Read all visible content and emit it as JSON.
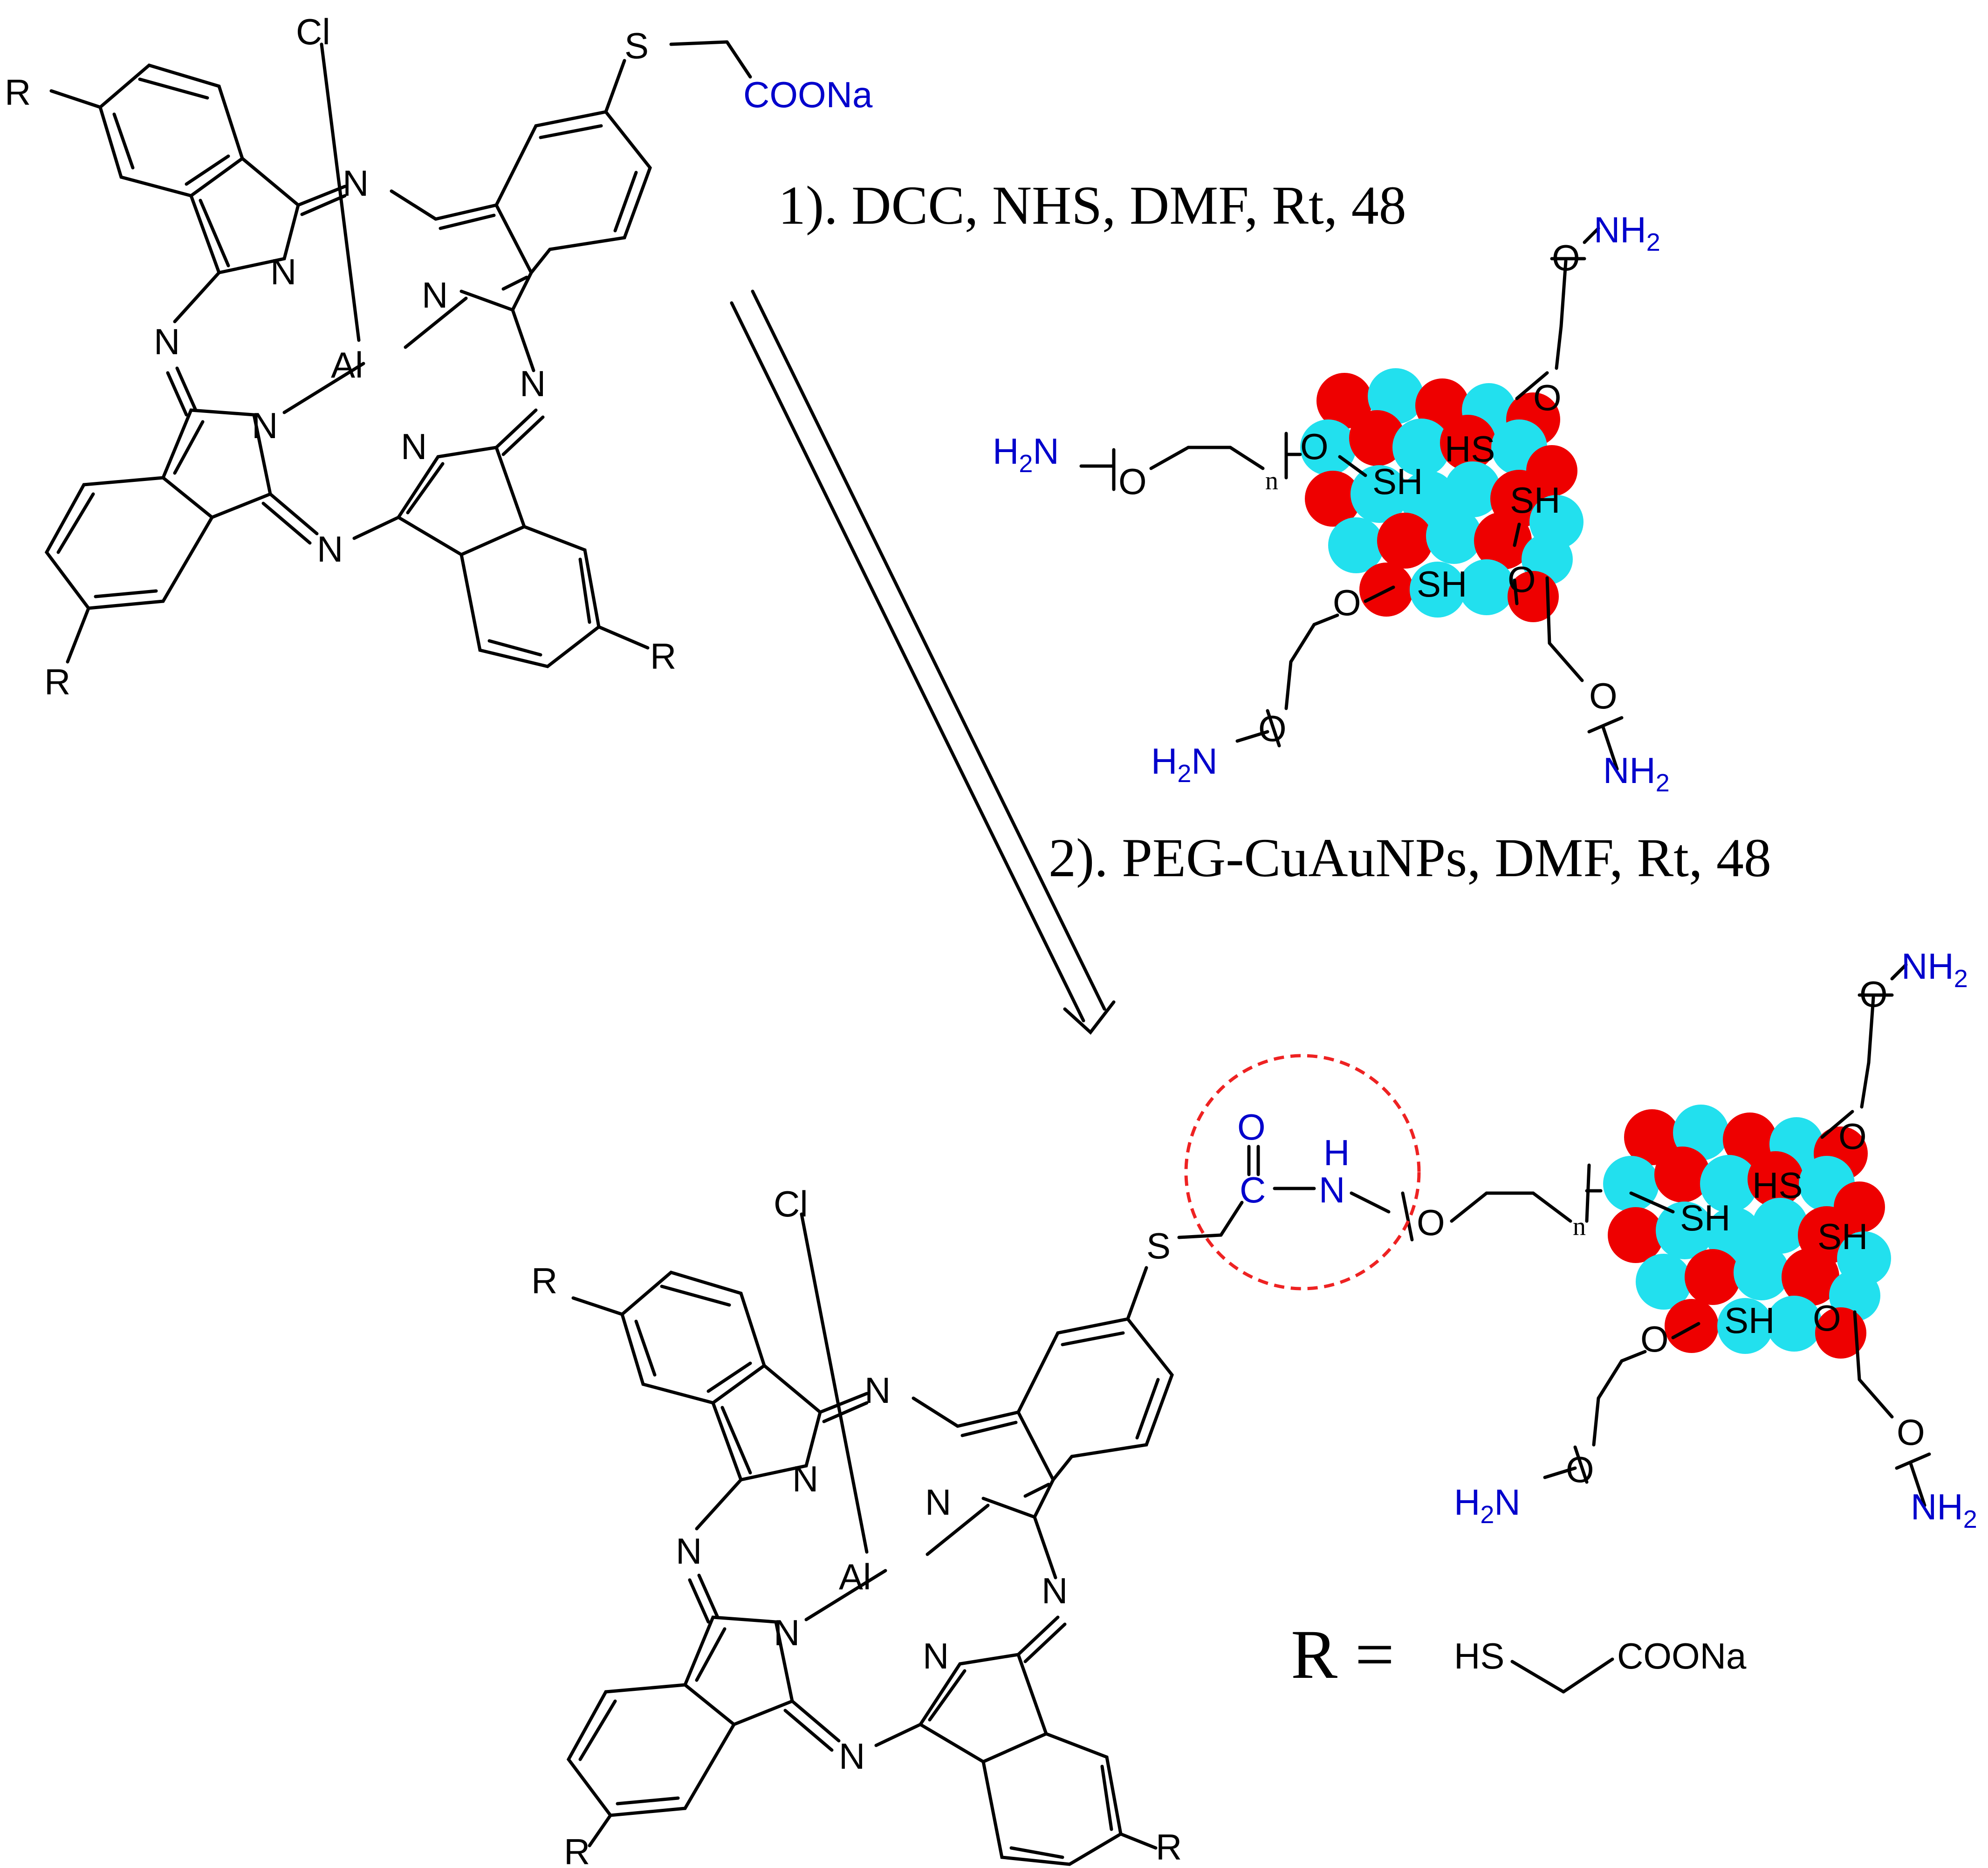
{
  "atoms": {
    "cl": "Cl",
    "al": "Al",
    "n": "N",
    "r": "R",
    "s": "S",
    "o": "O",
    "c": "C",
    "h": "H",
    "sh": "SH",
    "hs": "HS",
    "coona": "COONa",
    "h2n": "H",
    "n_label": "n",
    "two": "2"
  },
  "reagents": {
    "step1": "1). DCC, NHS, DMF, Rt, 48",
    "step2": "2). PEG-CuAuNPs, DMF, Rt, 48"
  },
  "r_definition": {
    "symbol": "R =",
    "hs": "HS",
    "coona": "COONa"
  },
  "colors": {
    "nanoparticle_red": "#ee0000",
    "nanoparticle_cyan": "#22e0ee",
    "amine_blue": "#0000cc",
    "highlight_circle": "#ee2222"
  }
}
